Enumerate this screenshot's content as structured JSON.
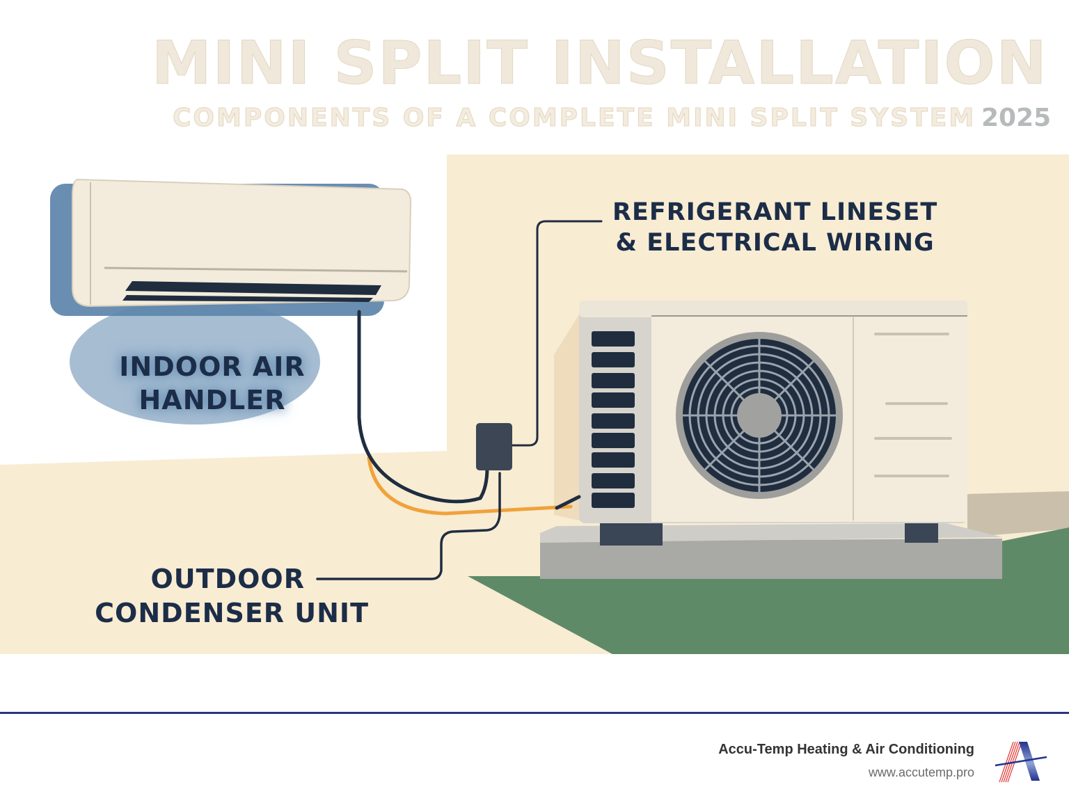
{
  "header": {
    "title": "MINI SPLIT INSTALLATION",
    "subtitle": "COMPONENTS OF A COMPLETE MINI SPLIT SYSTEM",
    "year": "2025"
  },
  "diagram": {
    "labels": {
      "indoor_line1": "INDOOR AIR",
      "indoor_line2": "HANDLER",
      "lineset_line1": "REFRIGERANT LINESET",
      "lineset_line2": "& ELECTRICAL WIRING",
      "outdoor_line1": "OUTDOOR",
      "outdoor_line2": "CONDENSER UNIT"
    },
    "colors": {
      "wall": "#f8ecd3",
      "floor": "#5e8a68",
      "unit_body": "#f3ecdc",
      "dark": "#1f2d3f",
      "refrigerant_line": "#f0a23a",
      "label_text": "#1c2d48"
    }
  },
  "footer": {
    "company": "Accu-Temp Heating & Air Conditioning",
    "url": "www.accutemp.pro",
    "divider_color": "#2a3582",
    "logo_icon": "accutemp-a-logo-icon"
  }
}
